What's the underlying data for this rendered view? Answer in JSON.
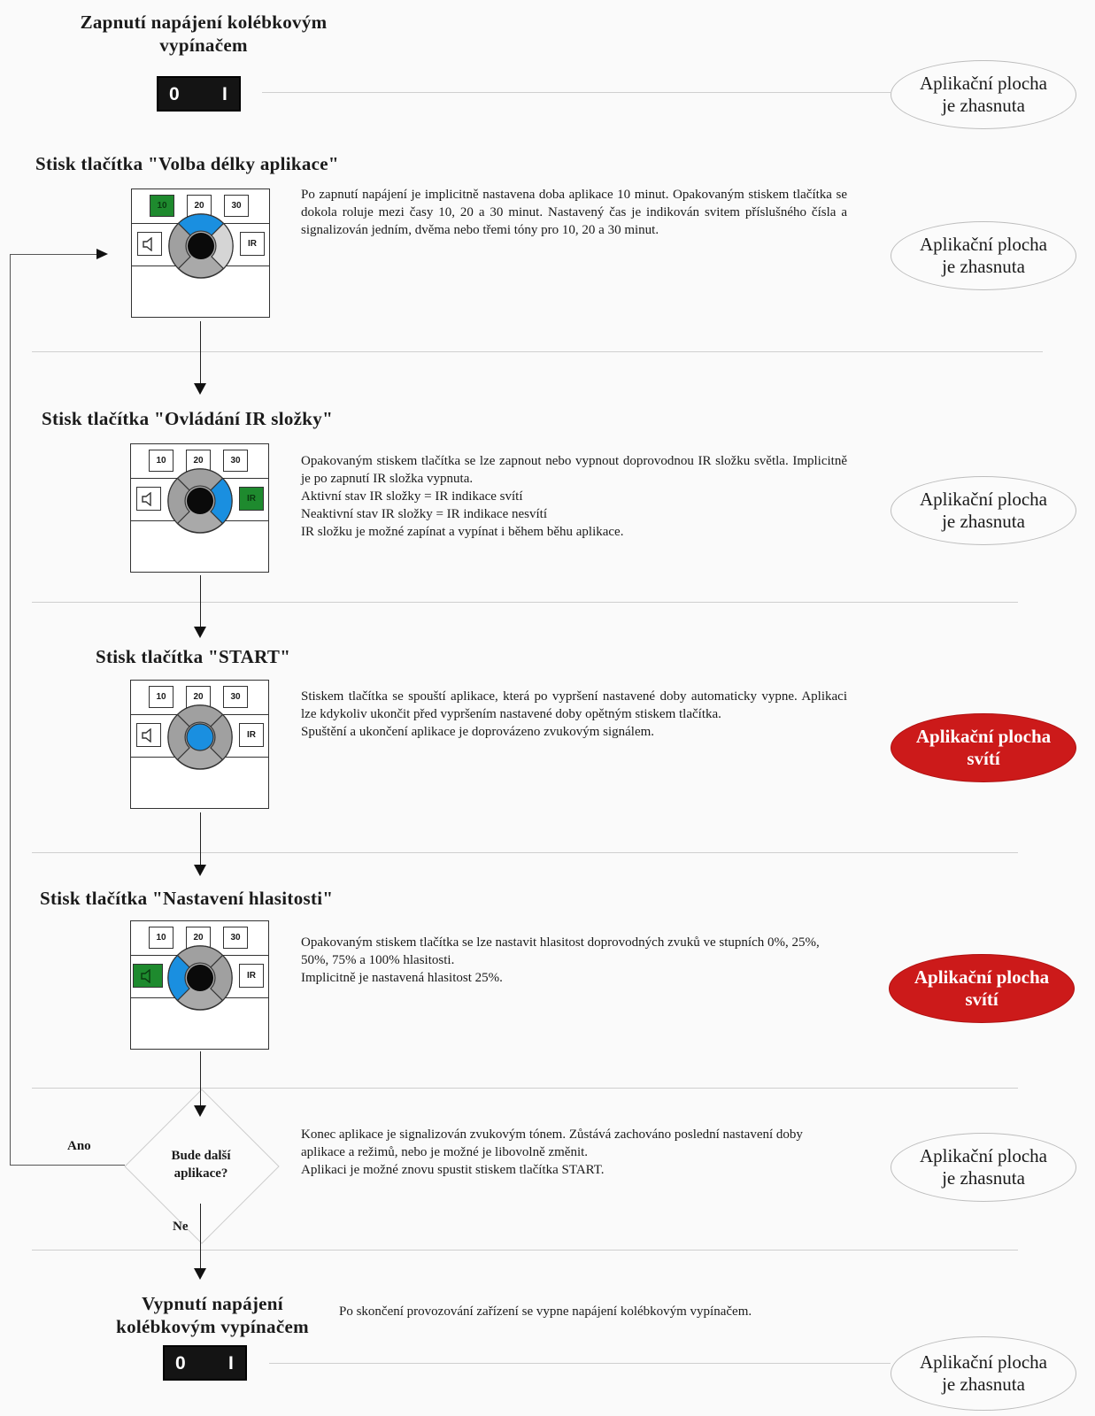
{
  "step0": {
    "title": "Zapnutí napájení kolébkovým vypínačem",
    "switch_off": "0",
    "switch_on": "I",
    "status": "Aplikační plocha je zhasnuta"
  },
  "step1": {
    "title": "Stisk tlačítka \"Volba délky aplikace\"",
    "description": "Po zapnutí napájení je implicitně nastavena doba aplikace 10 minut. Opakovaným stiskem tlačítka se dokola roluje mezi časy 10, 20 a 30 minut. Nastavený čas je indikován svitem příslušného čísla a signalizován jedním, dvěma nebo třemi tóny pro 10, 20 a 30 minut.",
    "status": "Aplikační plocha je zhasnuta"
  },
  "step2": {
    "title": "Stisk tlačítka \"Ovládání IR složky\"",
    "description_lines": [
      "Opakovaným stiskem tlačítka se lze zapnout nebo vypnout doprovodnou IR složku světla. Implicitně je po zapnutí IR složka vypnuta.",
      "Aktivní stav IR složky = IR indikace svítí",
      "Neaktivní stav IR složky = IR indikace nesvítí",
      "IR složku je možné zapínat a vypínat i během běhu aplikace."
    ],
    "status": "Aplikační plocha je zhasnuta"
  },
  "step3": {
    "title": "Stisk tlačítka \"START\"",
    "description_lines": [
      "Stiskem tlačítka se spouští aplikace, která po vypršení nastavené doby automaticky vypne. Aplikaci lze kdykoliv ukončit před vypršením nastavené doby opětným stiskem tlačítka.",
      "Spuštění a ukončení aplikace je doprovázeno zvukovým signálem."
    ],
    "status": "Aplikační plocha svítí"
  },
  "step4": {
    "title": "Stisk tlačítka \"Nastavení hlasitosti\"",
    "description_lines": [
      "Opakovaným stiskem tlačítka se lze nastavit hlasitost doprovodných zvuků ve stupních 0%, 25%, 50%, 75% a 100% hlasitosti.",
      "Implicitně je nastavená hlasitost 25%."
    ],
    "status": "Aplikační plocha svítí"
  },
  "decision": {
    "question": "Bude další aplikace?",
    "yes": "Ano",
    "no": "Ne",
    "description_lines": [
      "Konec aplikace je signalizován zvukovým tónem. Zůstává zachováno poslední nastavení doby aplikace a režimů, nebo je možné je libovolně změnit.",
      "Aplikaci je možné znovu spustit stiskem tlačítka START."
    ],
    "status": "Aplikační plocha je zhasnuta"
  },
  "step5": {
    "title": "Vypnutí napájení kolébkovým vypínačem",
    "description": "Po skončení provozování zařízení se vypne napájení kolébkovým vypínačem.",
    "switch_off": "0",
    "switch_on": "I",
    "status": "Aplikační plocha je zhasnuta"
  },
  "panel_labels": {
    "t10": "10",
    "t20": "20",
    "t30": "30",
    "ir": "IR"
  },
  "colors": {
    "accent_blue": "#1a8fe0",
    "active_green": "#1e8a2e",
    "on_red": "#cc1a1a",
    "dial_gray": "#a0a0a0"
  }
}
